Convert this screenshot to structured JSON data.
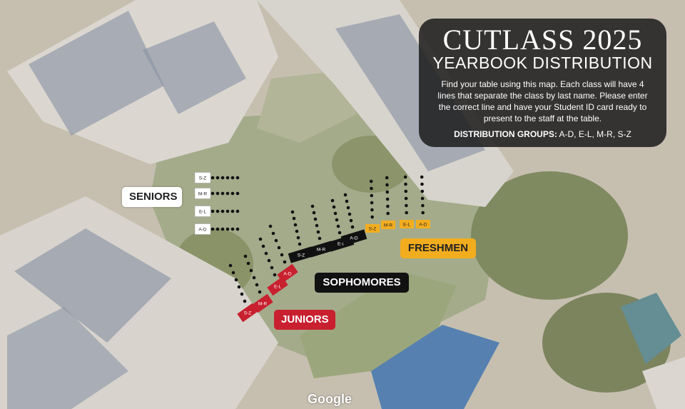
{
  "panel": {
    "title": "CUTLASS 2025",
    "subtitle": "YEARBOOK DISTRIBUTION",
    "body": "Find your table using this map. Each class will have 4 lines that separate the class by last name. Please enter the correct line and have your Student ID card ready to present to the staff at the table.",
    "groups_label": "DISTRIBUTION GROUPS:",
    "groups_value": " A-D, E-L, M-R, S-Z"
  },
  "classes": {
    "seniors": {
      "label": "SENIORS",
      "color": "#ffffff",
      "text_color": "#222222"
    },
    "sophomores": {
      "label": "SOPHOMORES",
      "color": "#111111",
      "text_color": "#ffffff"
    },
    "juniors": {
      "label": "JUNIORS",
      "color": "#c8202f",
      "text_color": "#ffffff"
    },
    "freshmen": {
      "label": "FRESHMEN",
      "color": "#f2ad1f",
      "text_color": "#222222"
    }
  },
  "tables": {
    "seniors": [
      "S-Z",
      "M-R",
      "E-L",
      "A-D"
    ],
    "sophomores": [
      "S-Z",
      "M-R",
      "E-L",
      "A-D"
    ],
    "juniors": [
      "S-Z",
      "M-R",
      "E-L",
      "A-D"
    ],
    "freshmen": [
      "S-Z",
      "M-R",
      "E-L",
      "A-D"
    ]
  },
  "attribution": "Google"
}
